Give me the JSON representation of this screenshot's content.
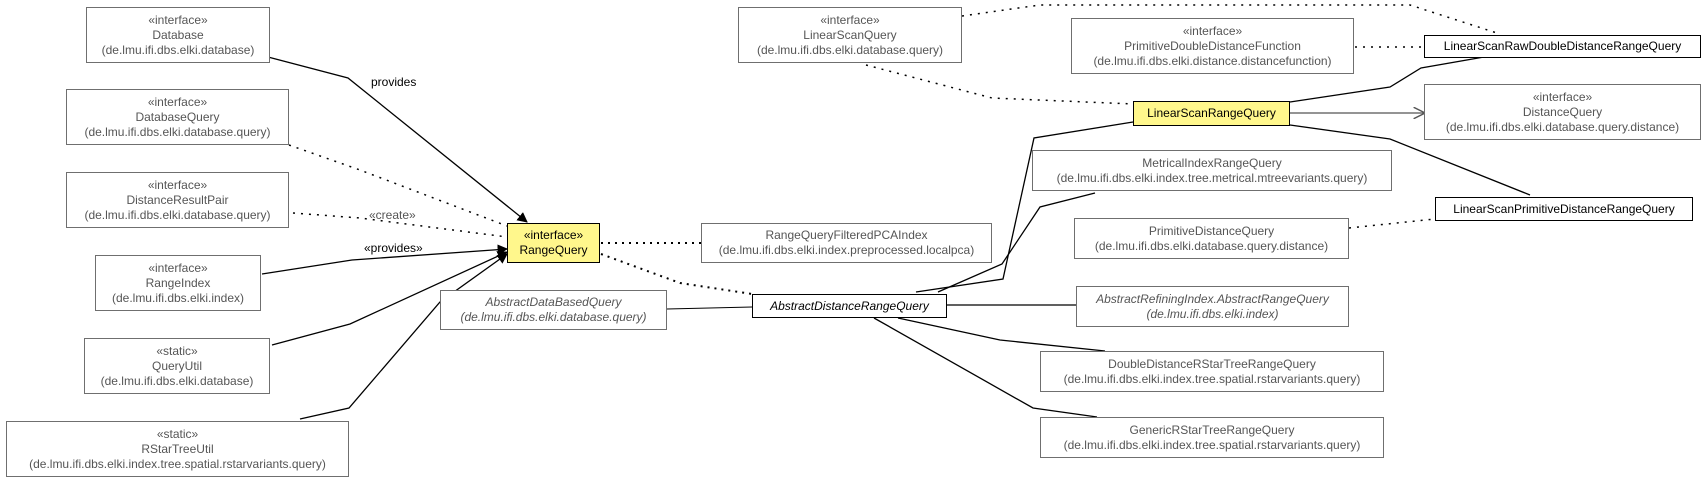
{
  "nodes": {
    "database": {
      "stereo": "«interface»",
      "name": "Database",
      "pkg": "(de.lmu.ifi.dbs.elki.database)"
    },
    "databasequery": {
      "stereo": "«interface»",
      "name": "DatabaseQuery",
      "pkg": "(de.lmu.ifi.dbs.elki.database.query)"
    },
    "distanceresultpair": {
      "stereo": "«interface»",
      "name": "DistanceResultPair",
      "pkg": "(de.lmu.ifi.dbs.elki.database.query)"
    },
    "rangeindex": {
      "stereo": "«interface»",
      "name": "RangeIndex",
      "pkg": "(de.lmu.ifi.dbs.elki.index)"
    },
    "queryutil": {
      "stereo": "«static»",
      "name": "QueryUtil",
      "pkg": "(de.lmu.ifi.dbs.elki.database)"
    },
    "rstartreeutil": {
      "stereo": "«static»",
      "name": "RStarTreeUtil",
      "pkg": "(de.lmu.ifi.dbs.elki.index.tree.spatial.rstarvariants.query)"
    },
    "rangequery": {
      "stereo": "«interface»",
      "name": "RangeQuery"
    },
    "abstractdatabasedquery": {
      "name": "AbstractDataBasedQuery",
      "pkg": "(de.lmu.ifi.dbs.elki.database.query)"
    },
    "rangequeryfilteredpcaindex": {
      "name": "RangeQueryFilteredPCAIndex",
      "pkg": "(de.lmu.ifi.dbs.elki.index.preprocessed.localpca)"
    },
    "abstractdistancerangequery": {
      "name": "AbstractDistanceRangeQuery"
    },
    "linearscanquery": {
      "stereo": "«interface»",
      "name": "LinearScanQuery",
      "pkg": "(de.lmu.ifi.dbs.elki.database.query)"
    },
    "primitivedoubledistancefunction": {
      "stereo": "«interface»",
      "name": "PrimitiveDoubleDistanceFunction",
      "pkg": "(de.lmu.ifi.dbs.elki.distance.distancefunction)"
    },
    "linearscanrawdoubledistancerangequery": {
      "name": "LinearScanRawDoubleDistanceRangeQuery"
    },
    "linearscanrangequery": {
      "name": "LinearScanRangeQuery"
    },
    "distancequery": {
      "stereo": "«interface»",
      "name": "DistanceQuery",
      "pkg": "(de.lmu.ifi.dbs.elki.database.query.distance)"
    },
    "metricalindexrangequery": {
      "name": "MetricalIndexRangeQuery",
      "pkg": "(de.lmu.ifi.dbs.elki.index.tree.metrical.mtreevariants.query)"
    },
    "linearscanprimitivedistancerangequery": {
      "name": "LinearScanPrimitiveDistanceRangeQuery"
    },
    "primitivedistancequery": {
      "name": "PrimitiveDistanceQuery",
      "pkg": "(de.lmu.ifi.dbs.elki.database.query.distance)"
    },
    "abstractrefiningindex": {
      "name": "AbstractRefiningIndex.AbstractRangeQuery",
      "pkg": "(de.lmu.ifi.dbs.elki.index)"
    },
    "doubledistancerstartree": {
      "name": "DoubleDistanceRStarTreeRangeQuery",
      "pkg": "(de.lmu.ifi.dbs.elki.index.tree.spatial.rstarvariants.query)"
    },
    "genericrstartree": {
      "name": "GenericRStarTreeRangeQuery",
      "pkg": "(de.lmu.ifi.dbs.elki.index.tree.spatial.rstarvariants.query)"
    }
  },
  "labels": {
    "provides": "provides",
    "create": "«create»",
    "provides2": "«provides»"
  },
  "colors": {
    "focus_fill": "#fff78c",
    "edge": "#000000",
    "grey_text": "#555555"
  }
}
